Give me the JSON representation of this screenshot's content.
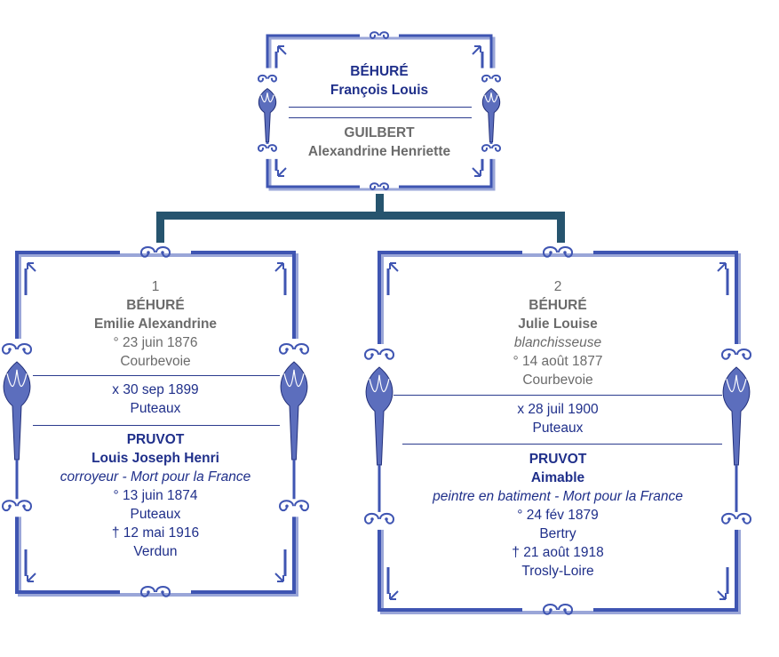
{
  "colors": {
    "frame_blue": "#3f55b2",
    "frame_shadow": "#9aa6d8",
    "connector": "#26546e",
    "text_gray": "#6b6b6b",
    "text_blue": "#1f2f8a"
  },
  "root": {
    "husband_surname": "BÉHURÉ",
    "husband_given": "François Louis",
    "wife_surname": "GUILBERT",
    "wife_given": "Alexandrine Henriette"
  },
  "children": [
    {
      "number": "1",
      "surname": "BÉHURÉ",
      "given": "Emilie Alexandrine",
      "birth": "° 23 juin 1876",
      "birth_place": "Courbevoie",
      "marriage": "x 30 sep 1899",
      "marriage_place": "Puteaux",
      "spouse_surname": "PRUVOT",
      "spouse_given": "Louis Joseph Henri",
      "spouse_occupation": "corroyeur  - Mort pour la France",
      "spouse_birth": "° 13 juin 1874",
      "spouse_birth_place": "Puteaux",
      "spouse_death": "† 12 mai 1916",
      "spouse_death_place": "Verdun"
    },
    {
      "number": "2",
      "surname": "BÉHURÉ",
      "given": "Julie Louise",
      "occupation": "blanchisseuse",
      "birth": "° 14 août 1877",
      "birth_place": "Courbevoie",
      "marriage": "x 28 juil 1900",
      "marriage_place": "Puteaux",
      "spouse_surname": "PRUVOT",
      "spouse_given": "Aimable",
      "spouse_occupation": "peintre en batiment  - Mort pour la France",
      "spouse_birth": "° 24 fév 1879",
      "spouse_birth_place": "Bertry",
      "spouse_death": "† 21 août 1918",
      "spouse_death_place": "Trosly-Loire"
    }
  ]
}
